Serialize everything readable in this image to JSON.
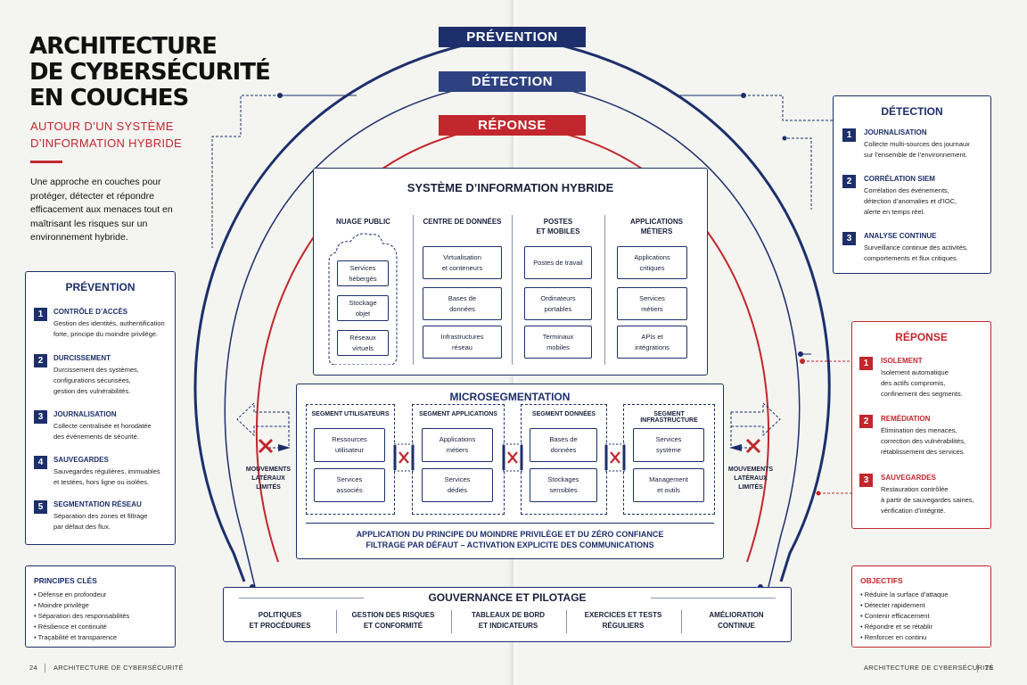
{
  "left": {
    "title_lines": [
      "ARCHITECTURE",
      "DE CYBERSÉCURITÉ",
      "EN COUCHES"
    ],
    "subtitle_lines": [
      "AUTOUR D’UN SYSTÈME",
      "D’INFORMATION HYBRIDE"
    ],
    "intro": "Une approche en couches pour protéger, détecter et répondre efficacement aux menaces tout en maîtrisant les risques sur un environnement hybride."
  },
  "prevention_card": {
    "title": "PRÉVENTION",
    "items": [
      {
        "num": "1",
        "head": "CONTRÔLE D’ACCÈS",
        "lines": [
          "Gestion des identités, authentification",
          "forte, principe du moindre privilège."
        ]
      },
      {
        "num": "2",
        "head": "DURCISSEMENT",
        "lines": [
          "Durcissement des systèmes,",
          "configurations sécurisées,",
          "gestion des vulnérabilités."
        ]
      },
      {
        "num": "3",
        "head": "JOURNALISATION",
        "lines": [
          "Collecte centralisée et horodatée",
          "des événements de sécurité."
        ]
      },
      {
        "num": "4",
        "head": "SAUVEGARDES",
        "lines": [
          "Sauvegardes régulières, immuables",
          "et testées, hors ligne ou isolées."
        ]
      },
      {
        "num": "5",
        "head": "SEGMENTATION RÉSEAU",
        "lines": [
          "Séparation des zones et filtrage",
          "par défaut des flux."
        ]
      }
    ]
  },
  "principes": {
    "title": "PRINCIPES CLÉS",
    "items": [
      "• Défense en profondeur",
      "• Moindre privilège",
      "• Séparation des responsabilités",
      "• Résilience et continuité",
      "• Traçabilité et transparence"
    ]
  },
  "banners": {
    "prevention": "PRÉVENTION",
    "detection": "DÉTECTION",
    "reponse": "RÉPONSE"
  },
  "si": {
    "title": "SYSTÈME D’INFORMATION HYBRIDE",
    "columns": [
      {
        "head": [
          "NUAGE PUBLIC"
        ],
        "items": [
          [
            "Services",
            "hébergés"
          ],
          [
            "Stockage",
            "objet"
          ],
          [
            "Réseaux",
            "virtuels"
          ]
        ]
      },
      {
        "head": [
          "CENTRE DE DONNÉES"
        ],
        "items": [
          [
            "Virtualisation",
            "et conteneurs"
          ],
          [
            "Bases de",
            "données"
          ],
          [
            "Infrastructures",
            "réseau"
          ]
        ]
      },
      {
        "head": [
          "POSTES",
          "ET MOBILES"
        ],
        "items": [
          [
            "Postes de travail"
          ],
          [
            "Ordinateurs",
            "portables"
          ],
          [
            "Terminaux",
            "mobiles"
          ]
        ]
      },
      {
        "head": [
          "APPLICATIONS",
          "MÉTIERS"
        ],
        "items": [
          [
            "Applications",
            "critiques"
          ],
          [
            "Services",
            "métiers"
          ],
          [
            "APIs et",
            "intégrations"
          ]
        ]
      }
    ]
  },
  "micro": {
    "title": "MICROSEGMENTATION",
    "segments": [
      {
        "head": "SEGMENT UTILISATEURS",
        "items": [
          [
            "Ressources",
            "utilisateur"
          ],
          [
            "Services",
            "associés"
          ]
        ]
      },
      {
        "head": "SEGMENT APPLICATIONS",
        "items": [
          [
            "Applications",
            "métiers"
          ],
          [
            "Services",
            "dédiés"
          ]
        ]
      },
      {
        "head": "SEGMENT DONNÉES",
        "items": [
          [
            "Bases de",
            "données"
          ],
          [
            "Stockages",
            "sensibles"
          ]
        ]
      },
      {
        "head": "SEGMENT INFRASTRUCTURE",
        "items": [
          [
            "Services",
            "système"
          ],
          [
            "Management",
            "et outils"
          ]
        ]
      }
    ],
    "principle_lines": [
      "APPLICATION DU PRINCIPE DU MOINDRE PRIVILÈGE ET DU ZÉRO CONFIANCE",
      "FILTRAGE PAR DÉFAUT – ACTIVATION EXPLICITE DES COMMUNICATIONS"
    ],
    "lateral_lines": [
      "MOUVEMENTS",
      "LATÉRAUX",
      "LIMITÉS"
    ]
  },
  "gov": {
    "title": "GOUVERNANCE ET PILOTAGE",
    "items": [
      [
        "POLITIQUES",
        "ET PROCÉDURES"
      ],
      [
        "GESTION DES RISQUES",
        "ET CONFORMITÉ"
      ],
      [
        "TABLEAUX DE BORD",
        "ET INDICATEURS"
      ],
      [
        "EXERCICES ET TESTS",
        "RÉGULIERS"
      ],
      [
        "AMÉLIORATION",
        "CONTINUE"
      ]
    ]
  },
  "detection_card": {
    "title": "DÉTECTION",
    "items": [
      {
        "num": "1",
        "head": "JOURNALISATION",
        "lines": [
          "Collecte multi-sources des journaux",
          "sur l’ensemble de l’environnement."
        ]
      },
      {
        "num": "2",
        "head": "CORRÉLATION SIEM",
        "lines": [
          "Corrélation des événements,",
          "détection d’anomalies et d’IOC,",
          "alerte en temps réel."
        ]
      },
      {
        "num": "3",
        "head": "ANALYSE CONTINUE",
        "lines": [
          "Surveillance continue des activités,",
          "comportements et flux critiques."
        ]
      }
    ]
  },
  "reponse_card": {
    "title": "RÉPONSE",
    "items": [
      {
        "num": "1",
        "head": "ISOLEMENT",
        "lines": [
          "Isolement automatique",
          "des actifs compromis,",
          "confinement des segments."
        ]
      },
      {
        "num": "2",
        "head": "REMÉDIATION",
        "lines": [
          "Élimination des menaces,",
          "correction des vulnérabilités,",
          "rétablissement des services."
        ]
      },
      {
        "num": "3",
        "head": "SAUVEGARDES",
        "lines": [
          "Restauration contrôlée",
          "à partir de sauvegardes saines,",
          "vérification d’intégrité."
        ]
      }
    ]
  },
  "objectifs": {
    "title": "OBJECTIFS",
    "items": [
      "• Réduire la surface d’attaque",
      "• Détecter rapidement",
      "• Contenir efficacement",
      "• Répondre et se rétablir",
      "• Renforcer en continu"
    ]
  },
  "footer": {
    "left_page": "24",
    "left_text": "ARCHITECTURE DE CYBERSÉCURITÉ",
    "right_text": "ARCHITECTURE DE CYBERSÉCURITÉ",
    "right_page": "25"
  },
  "colors": {
    "navy": "#1d2f6b",
    "red": "#c1272d",
    "paper": "#f4f4f1"
  }
}
